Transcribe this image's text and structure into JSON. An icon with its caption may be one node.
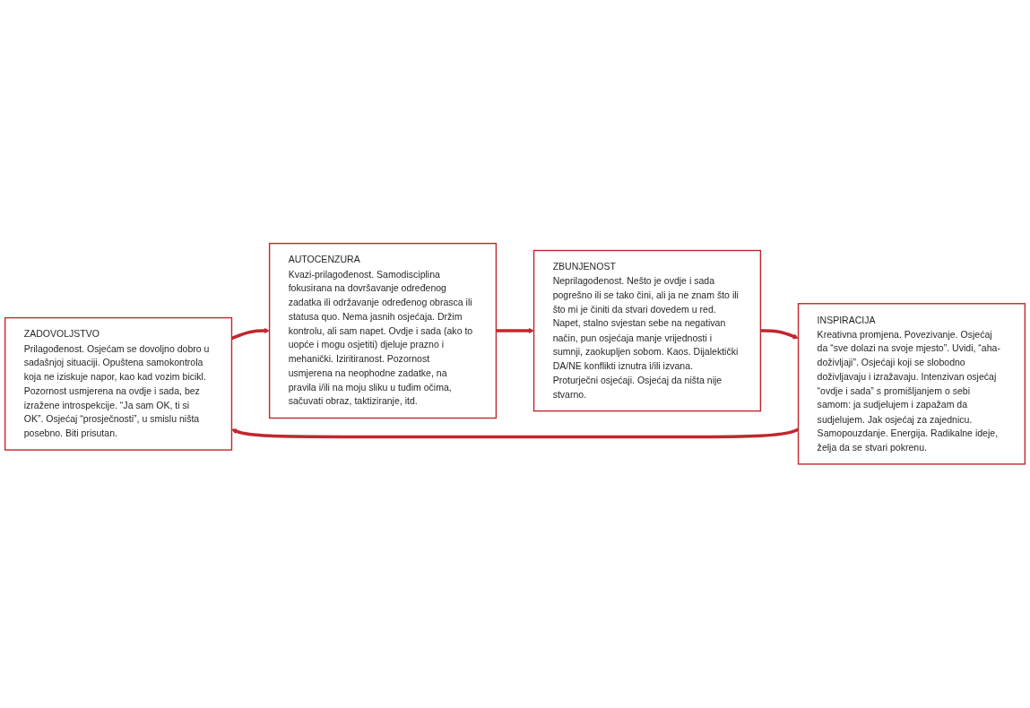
{
  "diagram": {
    "nodes": [
      {
        "text": [
          "ZADOVOLJSTVO",
          "Prilagođenost. Osjećam se dovoljno dobro u sadašnjoj situaciji. Opuštena samokontrola koja ne iziskuje napor, kao kad vozim bicikl. Pozornost usmjerena na ovdje i sada, bez izražene introspekcije. “Ja sam OK, ti si OK”. Osjećaj “prosječnosti”, u smislu ništa posebno. Biti prisutan."
        ]
      },
      {
        "text": [
          "INSPIRACIJA",
          "Kreativna promjena. Povezivanje. Osjećaj da “sve dolazi na svoje mjesto”. Uvidi, “aha-doživljaji”. Osjećaji koji se slobodno doživljavaju i izražavaju. Intenzivan osjećaj “ovdje i sada” s promišljanjem o sebi samom: ja sudjelujem i zapažam da sudjelujem. Jak osjećaj za zajednicu. Samopouzdanje. Energija. Radikalne ideje, želja da se stvari pokrenu."
        ]
      },
      {
        "text": [
          "AUTOCENZURA",
          "Kvazi-prilagođenost. Samodisciplina fokusirana na dovršavanje određenog zadatka ili održavanje određenog obrasca ili statusa quo. Nema jasnih osjećaja. Držim kontrolu, ali sam napet. Ovdje i sada (ako to uopće i mogu osjetiti) djeluje prazno i mehanički. Iziritiranost. Pozornost usmjerena na neophodne zadatke, na pravila i/ili na moju sliku u tuđim očima, sačuvati obraz, taktiziranje, itd."
        ]
      },
      {
        "text": [
          "ZBUNJENOST",
          "Neprilagođenost. Nešto je ovdje i sada pogrešno ili se tako čini, ali ja ne znam što ili što mi je činiti da stvari dovedem u red. Napet, stalno svjestan sebe na negativan način, pun osjećaja manje vrijednosti i sumnji, zaokupljen sobom. Kaos. Dijalektički DA/NE konflikti iznutra i/ili izvana. Proturječni osjećaji. Osjećaj da ništa nije stvarno."
        ]
      }
    ],
    "edges": [
      {
        "from": 0,
        "to": 2,
        "arrow": "to"
      },
      {
        "from": 2,
        "to": 3,
        "arrow": "to"
      },
      {
        "from": 3,
        "to": 1,
        "arrow": "to"
      },
      {
        "from": 1,
        "to": 0,
        "arrow": "to"
      }
    ]
  }
}
